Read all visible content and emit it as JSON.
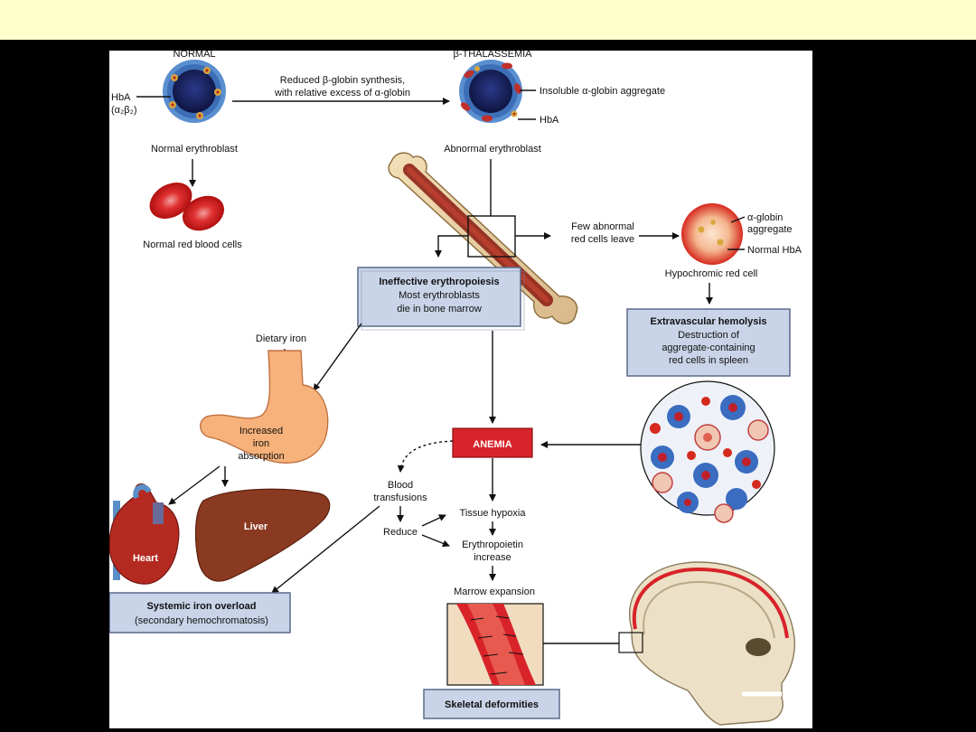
{
  "colors": {
    "top_band": "#ffffcc",
    "background": "#000000",
    "box_fill": "#c9d4e8",
    "anemia_red": "#d8232a",
    "organ_liver": "#8a3a20"
  },
  "labels": {
    "normal": "NORMAL",
    "beta_thal": "β-THALASSEMIA",
    "hba": "HbA",
    "hba_formula": "(α₂β₂)",
    "reduced_1": "Reduced β-globin synthesis,",
    "reduced_2": "with relative excess of α-globin",
    "insoluble": "Insoluble α-globin aggregate",
    "hba2": "HbA",
    "normal_erythroblast": "Normal erythroblast",
    "abnormal_erythroblast": "Abnormal erythroblast",
    "normal_rbc": "Normal red blood cells",
    "few_1": "Few abnormal",
    "few_2": "red cells leave",
    "alpha_1": "α-globin",
    "alpha_2": "aggregate",
    "normal_hba": "Normal HbA",
    "hypochromic": "Hypochromic red cell",
    "dietary_iron": "Dietary iron",
    "increased_1": "Increased",
    "increased_2": "iron",
    "increased_3": "absorption",
    "blood_1": "Blood",
    "blood_2": "transfusions",
    "reduce": "Reduce",
    "tissue_hypoxia": "Tissue hypoxia",
    "epo_1": "Erythropoietin",
    "epo_2": "increase",
    "marrow_expansion": "Marrow expansion",
    "heart": "Heart",
    "liver": "Liver"
  },
  "boxes": {
    "ineffective": {
      "title": "Ineffective erythropoiesis",
      "line1": "Most erythroblasts",
      "line2": "die in bone marrow"
    },
    "extravascular": {
      "title": "Extravascular hemolysis",
      "line1": "Destruction of",
      "line2": "aggregate-containing",
      "line3": "red cells in spleen"
    },
    "anemia": "ANEMIA",
    "systemic": {
      "title": "Systemic iron overload",
      "line1": "(secondary hemochromatosis)"
    },
    "skeletal": "Skeletal deformities"
  }
}
